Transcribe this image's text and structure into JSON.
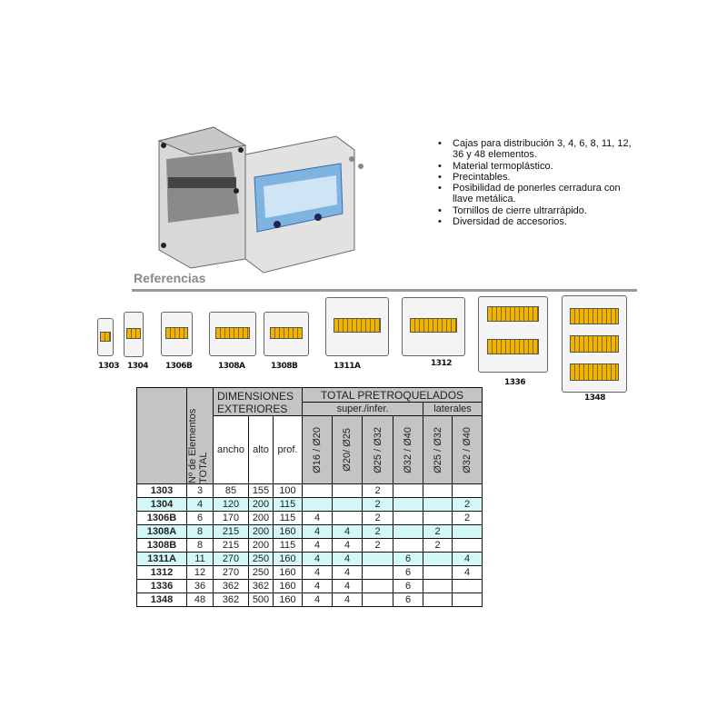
{
  "features": [
    "Cajas para distribución 3, 4, 6, 8, 11, 12, 36 y 48  elementos.",
    "Material termoplástico.",
    "Precintables.",
    "Posibilidad de ponerles cerradura con llave metálica.",
    "Tornillos de cierre ultrarrápido.",
    "Diversidad de accesorios."
  ],
  "references_title": "Referencias",
  "products": [
    {
      "label": "1303",
      "strips": 1
    },
    {
      "label": "1304",
      "strips": 1
    },
    {
      "label": "1306B",
      "strips": 1
    },
    {
      "label": "1308A",
      "strips": 1
    },
    {
      "label": "1308B",
      "strips": 1
    },
    {
      "label": "1311A",
      "strips": 1
    },
    {
      "label": "1312",
      "strips": 1
    },
    {
      "label": "1336",
      "strips": 2
    },
    {
      "label": "1348",
      "strips": 3
    }
  ],
  "table": {
    "header_total_pretroquelados": "TOTAL PRETROQUELADOS",
    "header_super_infer": "super./infer.",
    "header_laterales": "laterales",
    "header_elementos": "Nº de Elementos TOTAL",
    "header_dimensiones": "DIMENSIONES EXTERIORES",
    "header_ancho": "ancho",
    "header_alto": "alto",
    "header_prof": "prof.",
    "diam_columns": [
      "Ø16 / Ø20",
      "Ø20/ Ø25",
      "Ø25 / Ø32",
      "Ø32 / Ø40",
      "Ø25 / Ø32",
      "Ø32 / Ø40"
    ],
    "rows": [
      [
        "1303",
        "3",
        "85",
        "155",
        "100",
        "",
        "",
        "2",
        "",
        "",
        ""
      ],
      [
        "1304",
        "4",
        "120",
        "200",
        "115",
        "",
        "",
        "2",
        "",
        "",
        "2"
      ],
      [
        "1306B",
        "6",
        "170",
        "200",
        "115",
        "4",
        "",
        "2",
        "",
        "",
        "2"
      ],
      [
        "1308A",
        "8",
        "215",
        "200",
        "160",
        "4",
        "4",
        "2",
        "",
        "2",
        ""
      ],
      [
        "1308B",
        "8",
        "215",
        "200",
        "115",
        "4",
        "4",
        "2",
        "",
        "2",
        ""
      ],
      [
        "1311A",
        "11",
        "270",
        "250",
        "160",
        "4",
        "4",
        "",
        "6",
        "",
        "4"
      ],
      [
        "1312",
        "12",
        "270",
        "250",
        "160",
        "4",
        "4",
        "",
        "6",
        "",
        "4"
      ],
      [
        "1336",
        "36",
        "362",
        "362",
        "160",
        "4",
        "4",
        "",
        "6",
        "",
        ""
      ],
      [
        "1348",
        "48",
        "362",
        "500",
        "160",
        "4",
        "4",
        "",
        "6",
        "",
        ""
      ]
    ],
    "highlighted_rows": [
      1,
      3,
      5
    ]
  }
}
